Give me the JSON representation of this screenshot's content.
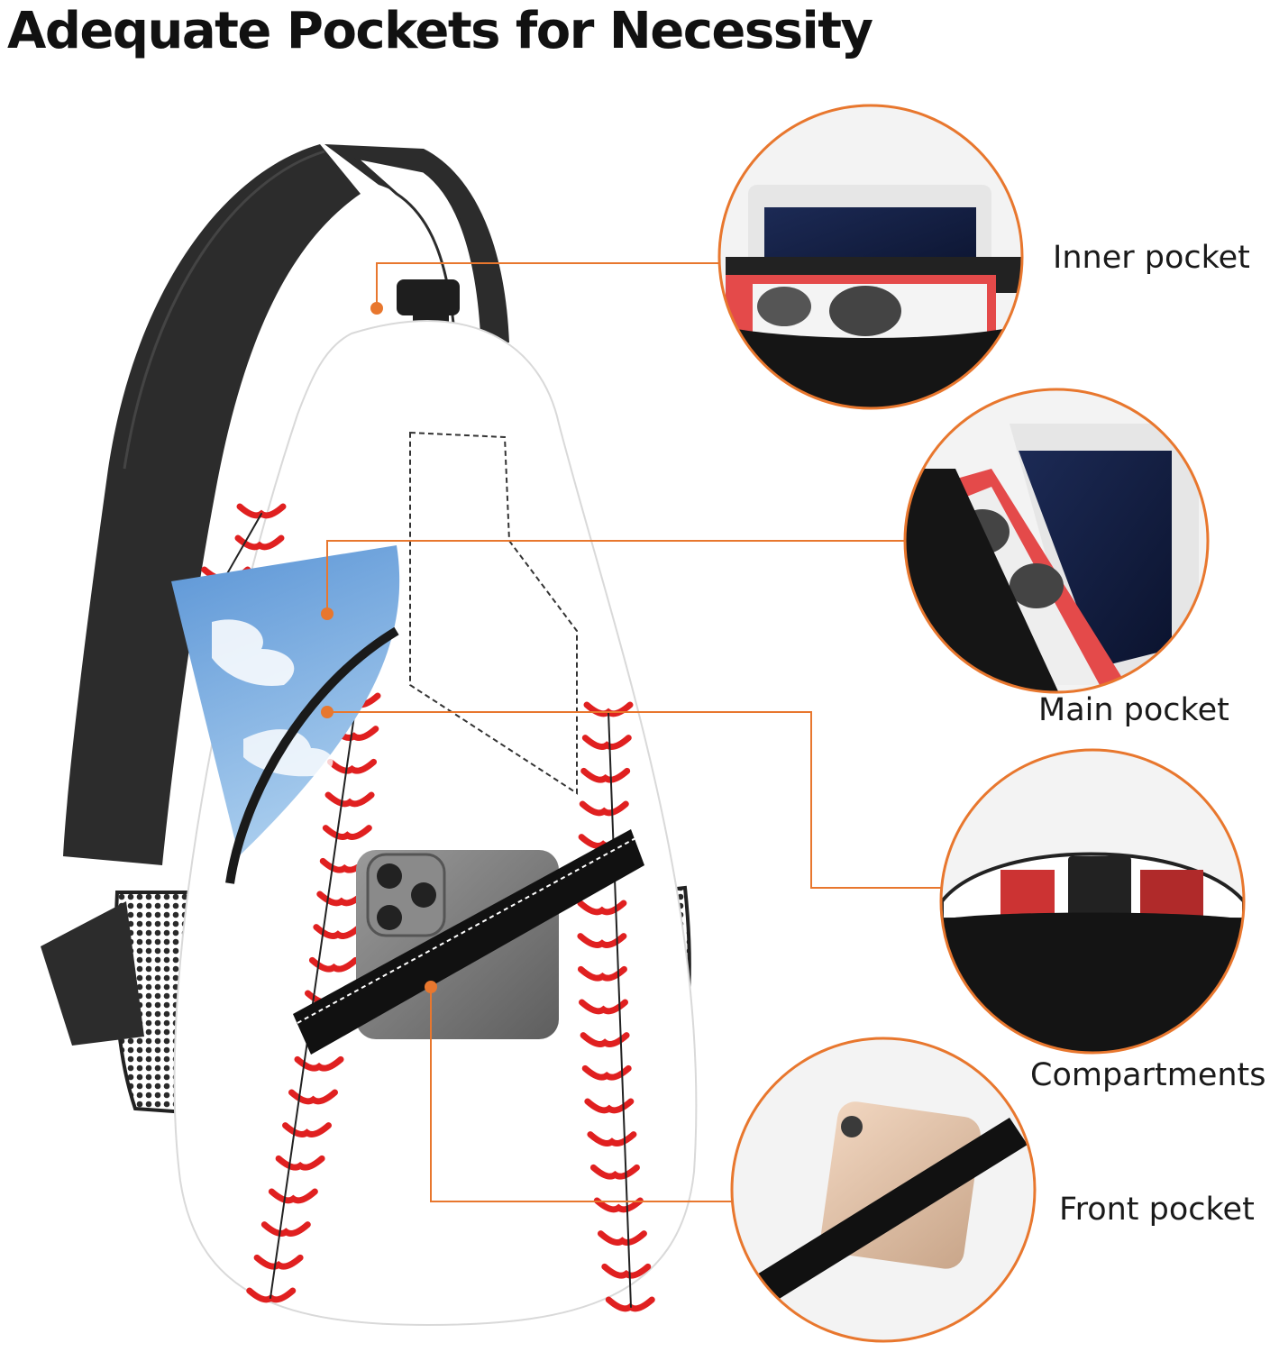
{
  "headline": "Adequate Pockets for Necessity",
  "accent_color": "#e8772e",
  "product": "baseball-sling-bag",
  "callouts": [
    {
      "label": "Inner pocket"
    },
    {
      "label": "Main pocket"
    },
    {
      "label": "Compartments"
    },
    {
      "label": "Front pocket"
    }
  ]
}
